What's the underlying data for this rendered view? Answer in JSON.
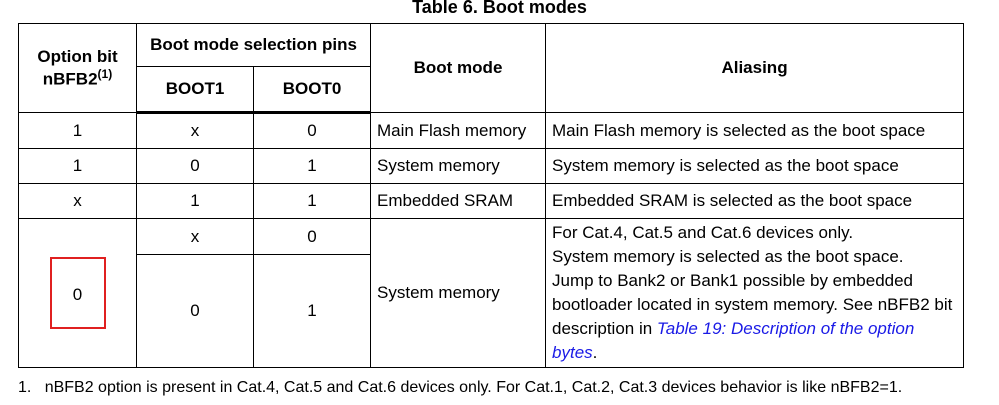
{
  "title": "Table 6. Boot modes",
  "headers": {
    "option_bit": "Option bit nBFB2",
    "option_bit_note": "(1)",
    "pins": "Boot mode selection pins",
    "boot1": "BOOT1",
    "boot0": "BOOT0",
    "boot_mode": "Boot mode",
    "aliasing": "Aliasing"
  },
  "rows": [
    {
      "nbfb2": "1",
      "boot1": "x",
      "boot0": "0",
      "mode": "Main Flash memory",
      "alias": "Main Flash memory is selected as the boot space"
    },
    {
      "nbfb2": "1",
      "boot1": "0",
      "boot0": "1",
      "mode": "System memory",
      "alias": "System memory is selected as the boot space"
    },
    {
      "nbfb2": "x",
      "boot1": "1",
      "boot0": "1",
      "mode": "Embedded SRAM",
      "alias": "Embedded SRAM is selected as the boot space"
    }
  ],
  "last": {
    "nbfb2": "0",
    "boot1_a": "x",
    "boot0_a": "0",
    "boot1_b": "0",
    "boot0_b": "1",
    "mode": "System memory",
    "alias_1": "For Cat.4, Cat.5 and Cat.6 devices only.",
    "alias_2": "System memory is selected as the boot space.",
    "alias_3": "Jump to Bank2 or Bank1 possible by embedded bootloader located in system memory. See nBFB2 bit description in",
    "alias_link": "Table 19: Description of the option bytes",
    "alias_end": "."
  },
  "footnote": {
    "number": "1.",
    "text": "nBFB2 option is present in Cat.4, Cat.5 and Cat.6 devices only. For Cat.1, Cat.2, Cat.3 devices behavior is like nBFB2=1."
  },
  "colors": {
    "highlight_box": "#e02020",
    "link": "#1a1ae6"
  }
}
